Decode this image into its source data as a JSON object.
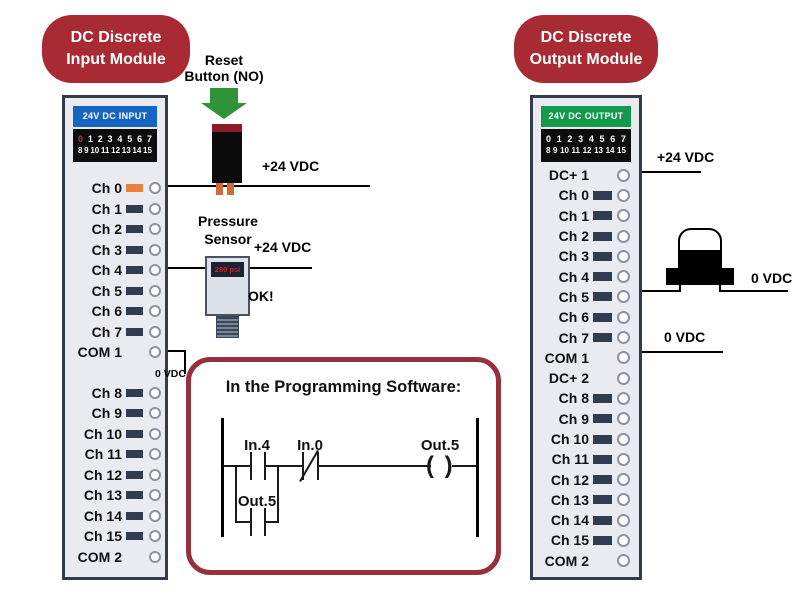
{
  "badges": {
    "input_line1": "DC Discrete",
    "input_line2": "Input Module",
    "output_line1": "DC Discrete",
    "output_line2": "Output Module"
  },
  "input_module": {
    "header": "24V DC INPUT",
    "numbers_row1": [
      "0",
      "1",
      "2",
      "3",
      "4",
      "5",
      "6",
      "7"
    ],
    "numbers_row2": [
      "8",
      "9",
      "10",
      "11",
      "12",
      "13",
      "14",
      "15"
    ],
    "active_numbers_row1": [
      0
    ],
    "active_numbers_row2": [],
    "rows": [
      {
        "label": "Ch 0",
        "ind": "on"
      },
      {
        "label": "Ch 1",
        "ind": "off"
      },
      {
        "label": "Ch 2",
        "ind": "off"
      },
      {
        "label": "Ch 3",
        "ind": "off"
      },
      {
        "label": "Ch 4",
        "ind": "off"
      },
      {
        "label": "Ch 5",
        "ind": "off"
      },
      {
        "label": "Ch 6",
        "ind": "off"
      },
      {
        "label": "Ch 7",
        "ind": "off"
      },
      {
        "label": "COM 1",
        "ind": "none",
        "gap": true
      },
      {
        "label": "Ch 8",
        "ind": "off"
      },
      {
        "label": "Ch 9",
        "ind": "off"
      },
      {
        "label": "Ch 10",
        "ind": "off"
      },
      {
        "label": "Ch 11",
        "ind": "off"
      },
      {
        "label": "Ch 12",
        "ind": "off"
      },
      {
        "label": "Ch 13",
        "ind": "off"
      },
      {
        "label": "Ch 14",
        "ind": "off"
      },
      {
        "label": "Ch 15",
        "ind": "off"
      },
      {
        "label": "COM 2",
        "ind": "none"
      }
    ]
  },
  "output_module": {
    "header": "24V DC OUTPUT",
    "numbers_row1": [
      "0",
      "1",
      "2",
      "3",
      "4",
      "5",
      "6",
      "7"
    ],
    "numbers_row2": [
      "8",
      "9",
      "10",
      "11",
      "12",
      "13",
      "14",
      "15"
    ],
    "active_numbers_row1": [],
    "active_numbers_row2": [],
    "rows": [
      {
        "label": "DC+ 1",
        "ind": "none"
      },
      {
        "label": "Ch 0",
        "ind": "off"
      },
      {
        "label": "Ch 1",
        "ind": "off"
      },
      {
        "label": "Ch 2",
        "ind": "off"
      },
      {
        "label": "Ch 3",
        "ind": "off"
      },
      {
        "label": "Ch 4",
        "ind": "off"
      },
      {
        "label": "Ch 5",
        "ind": "off"
      },
      {
        "label": "Ch 6",
        "ind": "off"
      },
      {
        "label": "Ch 7",
        "ind": "off"
      },
      {
        "label": "COM 1",
        "ind": "none"
      },
      {
        "label": "DC+ 2",
        "ind": "none"
      },
      {
        "label": "Ch 8",
        "ind": "off"
      },
      {
        "label": "Ch 9",
        "ind": "off"
      },
      {
        "label": "Ch 10",
        "ind": "off"
      },
      {
        "label": "Ch 11",
        "ind": "off"
      },
      {
        "label": "Ch 12",
        "ind": "off"
      },
      {
        "label": "Ch 13",
        "ind": "off"
      },
      {
        "label": "Ch 14",
        "ind": "off"
      },
      {
        "label": "Ch 15",
        "ind": "off"
      },
      {
        "label": "COM 2",
        "ind": "none"
      }
    ]
  },
  "reset_button": {
    "label_line1": "Reset",
    "label_line2": "Button (NO)",
    "wire_label": "+24 VDC"
  },
  "pressure_sensor": {
    "label_line1": "Pressure",
    "label_line2": "Sensor",
    "display": "280 psi",
    "wire_label": "+24 VDC",
    "status": "OK!"
  },
  "input_wiring": {
    "com1_label": "0 VDC"
  },
  "output_wiring": {
    "dc1_label": "+24 VDC",
    "solenoid_label": "0 VDC",
    "com1_label": "0 VDC"
  },
  "programming": {
    "title": "In the Programming Software:",
    "contact1": "In.4",
    "contact2": "In.0",
    "coil_label": "Out.5",
    "coil_symbol": "( )",
    "branch_contact": "Out.5"
  }
}
